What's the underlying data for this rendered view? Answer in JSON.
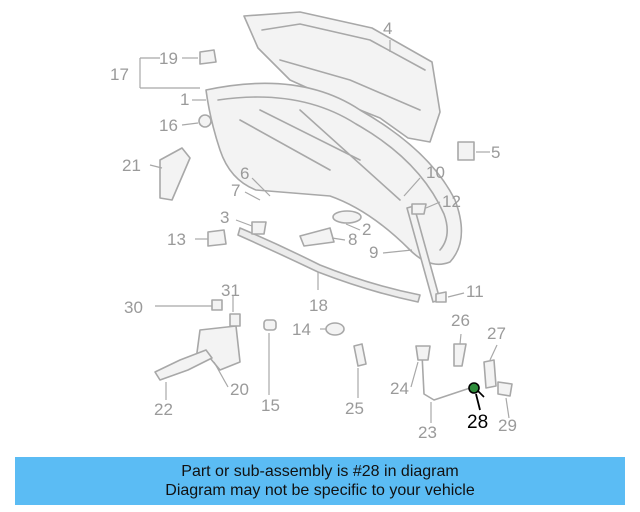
{
  "diagram": {
    "callouts": [
      {
        "id": "1",
        "text": "1"
      },
      {
        "id": "2",
        "text": "2"
      },
      {
        "id": "3",
        "text": "3"
      },
      {
        "id": "4",
        "text": "4"
      },
      {
        "id": "5",
        "text": "5"
      },
      {
        "id": "6",
        "text": "6"
      },
      {
        "id": "7",
        "text": "7"
      },
      {
        "id": "8",
        "text": "8"
      },
      {
        "id": "9",
        "text": "9"
      },
      {
        "id": "10",
        "text": "10"
      },
      {
        "id": "11",
        "text": "11"
      },
      {
        "id": "12",
        "text": "12"
      },
      {
        "id": "13",
        "text": "13"
      },
      {
        "id": "14",
        "text": "14"
      },
      {
        "id": "15",
        "text": "15"
      },
      {
        "id": "16",
        "text": "16"
      },
      {
        "id": "17",
        "text": "17"
      },
      {
        "id": "18",
        "text": "18"
      },
      {
        "id": "19",
        "text": "19"
      },
      {
        "id": "20",
        "text": "20"
      },
      {
        "id": "21",
        "text": "21"
      },
      {
        "id": "22",
        "text": "22"
      },
      {
        "id": "23",
        "text": "23"
      },
      {
        "id": "24",
        "text": "24"
      },
      {
        "id": "25",
        "text": "25"
      },
      {
        "id": "26",
        "text": "26"
      },
      {
        "id": "27",
        "text": "27"
      },
      {
        "id": "28",
        "text": "28"
      },
      {
        "id": "29",
        "text": "29"
      },
      {
        "id": "30",
        "text": "30"
      },
      {
        "id": "31",
        "text": "31"
      }
    ],
    "highlighted": "28",
    "colors": {
      "line": "#a8a8a8",
      "highlight": "#000000",
      "part_fill": "#f2f2f2"
    }
  },
  "banner": {
    "line1": "Part or sub-assembly is #28 in diagram",
    "line2": "Diagram may not be specific to your vehicle",
    "color": "#5bbcf4"
  }
}
